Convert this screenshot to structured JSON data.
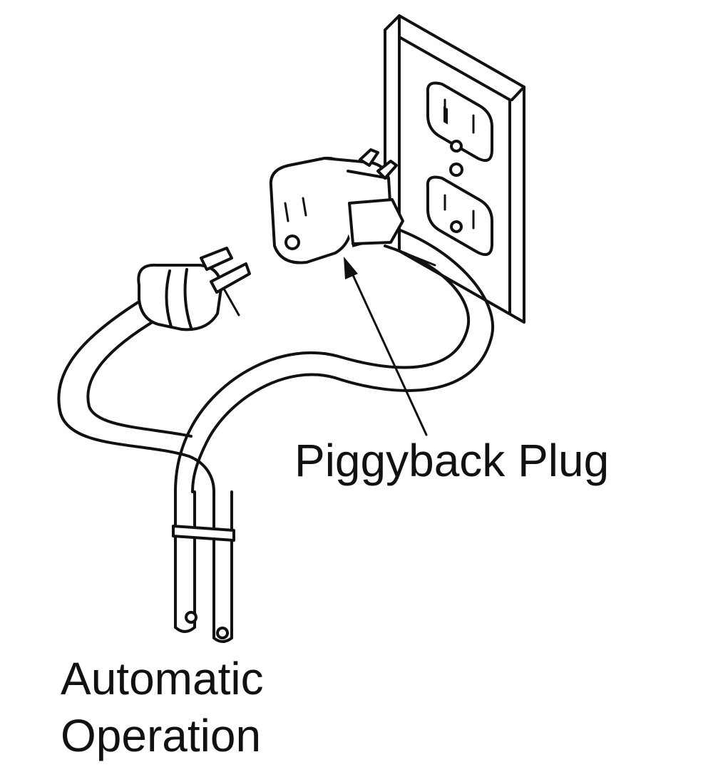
{
  "labels": {
    "piggyback": "Piggyback Plug",
    "automatic_line1": "Automatic",
    "automatic_line2": "Operation"
  },
  "colors": {
    "ink": "#111111",
    "paper": "#ffffff"
  }
}
